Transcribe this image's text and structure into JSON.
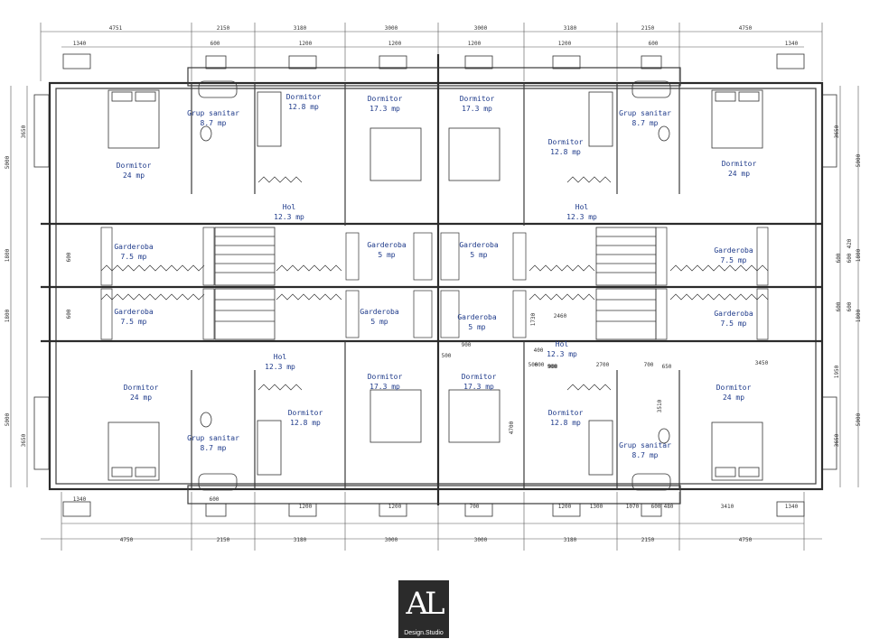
{
  "rooms": [
    {
      "name": "Dormitor",
      "area": "24 mp"
    },
    {
      "name": "Grup sanitar",
      "area": "8.7 mp"
    },
    {
      "name": "Dormitor",
      "area": "12.8 mp"
    },
    {
      "name": "Dormitor",
      "area": "17.3 mp"
    },
    {
      "name": "Dormitor",
      "area": "17.3 mp"
    },
    {
      "name": "Dormitor",
      "area": "12.8 mp"
    },
    {
      "name": "Grup sanitar",
      "area": "8.7 mp"
    },
    {
      "name": "Dormitor",
      "area": "24 mp"
    },
    {
      "name": "Hol",
      "area": "12.3 mp"
    },
    {
      "name": "Hol",
      "area": "12.3 mp"
    },
    {
      "name": "Garderoba",
      "area": "7.5 mp"
    },
    {
      "name": "Garderoba",
      "area": "5 mp"
    },
    {
      "name": "Garderoba",
      "area": "5 mp"
    },
    {
      "name": "Garderoba",
      "area": "7.5 mp"
    },
    {
      "name": "Garderoba",
      "area": "7.5 mp"
    },
    {
      "name": "Garderoba",
      "area": "5 mp"
    },
    {
      "name": "Garderoba",
      "area": "5 mp"
    },
    {
      "name": "Garderoba",
      "area": "7.5 mp"
    },
    {
      "name": "Hol",
      "area": "12.3 mp"
    },
    {
      "name": "Hol",
      "area": "12.3 mp"
    },
    {
      "name": "Dormitor",
      "area": "24 mp"
    },
    {
      "name": "Grup sanitar",
      "area": "8.7 mp"
    },
    {
      "name": "Dormitor",
      "area": "12.8 mp"
    },
    {
      "name": "Dormitor",
      "area": "17.3 mp"
    },
    {
      "name": "Dormitor",
      "area": "17.3 mp"
    },
    {
      "name": "Dormitor",
      "area": "12.8 mp"
    },
    {
      "name": "Grup sanitar",
      "area": "8.7 mp"
    },
    {
      "name": "Dormitor",
      "area": "24 mp"
    }
  ],
  "dims_top_outer": [
    "4751",
    "2150",
    "3180",
    "3000",
    "3000",
    "3180",
    "2150",
    "4750"
  ],
  "dims_top_inner": [
    "1340",
    "600",
    "1200",
    "1200",
    "1200",
    "1200",
    "600",
    "1340"
  ],
  "dims_bottom_outer": [
    "4750",
    "2150",
    "3180",
    "3000",
    "3000",
    "3180",
    "2150",
    "4750"
  ],
  "dims_bottom_inner": [
    "1340",
    "600",
    "1200",
    "1200",
    "700",
    "1200",
    "1300",
    "1070",
    "600",
    "480",
    "3410",
    "1340"
  ],
  "dims_left": [
    "5000",
    "3650",
    "1800",
    "600",
    "1800",
    "600",
    "5000",
    "3650"
  ],
  "dims_right": [
    "3650",
    "5000",
    "420",
    "600",
    "600",
    "1800",
    "600",
    "600",
    "1800",
    "1950",
    "5000",
    "3650"
  ],
  "dims_misc": [
    "2460",
    "1730",
    "900",
    "900",
    "500",
    "400",
    "500",
    "600",
    "2700",
    "700",
    "650",
    "3450",
    "4700",
    "3510",
    "900"
  ],
  "logo": {
    "mark": "AL",
    "caption": "Design.Studio"
  }
}
